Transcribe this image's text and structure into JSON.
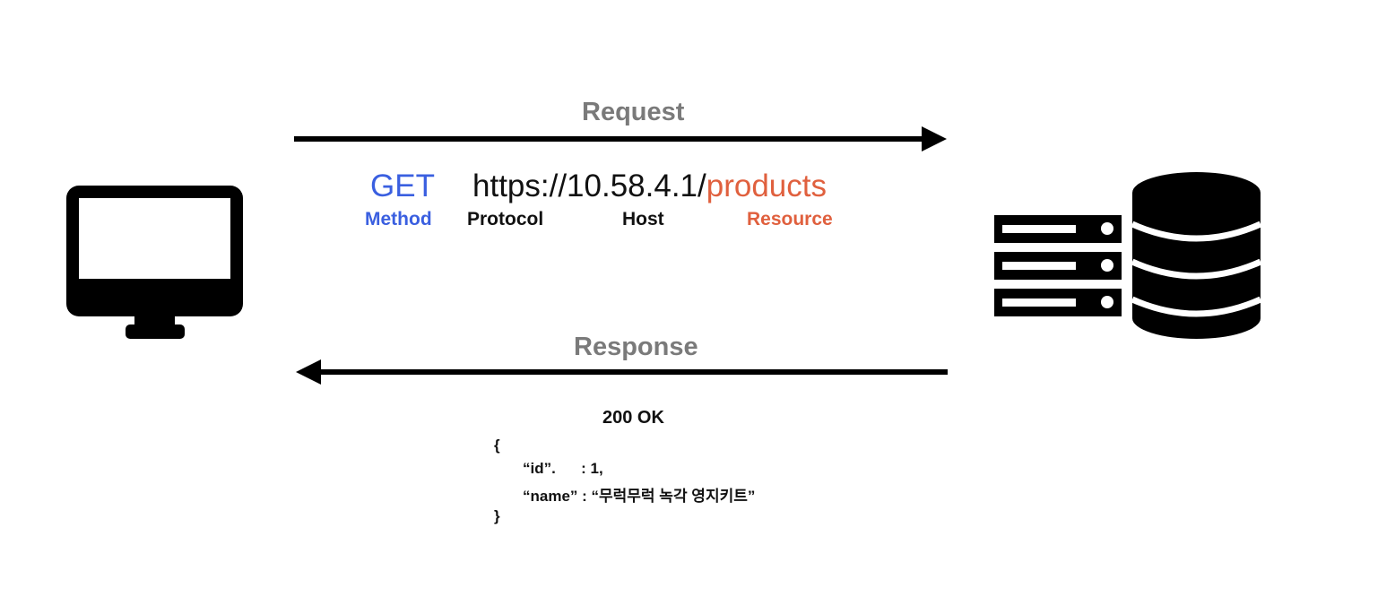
{
  "request": {
    "label": "Request",
    "method": "GET",
    "url_base": "https://10.58.4.1/",
    "url_resource": "products",
    "parts": {
      "method": "Method",
      "protocol": "Protocol",
      "host": "Host",
      "resource": "Resource"
    }
  },
  "response": {
    "label": "Response",
    "status": "200 OK",
    "body_lines": [
      "{",
      "“id”.      : 1,",
      "“name” : “무럭무럭 녹각 영지키트”",
      "}"
    ]
  },
  "icons": {
    "client": "desktop-monitor-icon",
    "server": "server-rack-icon",
    "database": "database-icon"
  },
  "colors": {
    "method": "#3a5fe0",
    "resource": "#e0603e",
    "label": "#7a7a7a"
  }
}
